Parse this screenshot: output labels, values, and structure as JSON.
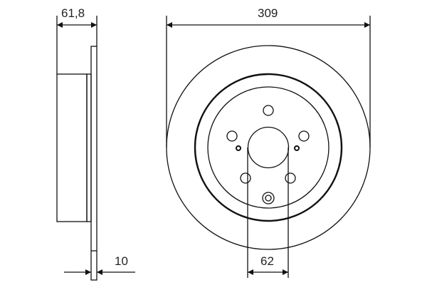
{
  "drawing": {
    "title": "Brake disc technical drawing",
    "stroke_color": "#111111",
    "background": "#ffffff"
  },
  "dimensions": {
    "overall_height": "61,8",
    "disc_thickness": "10",
    "diameter": "309",
    "center_bore": "62"
  },
  "features": {
    "bolt_holes": 5,
    "small_threaded_holes": 2,
    "center_small_hole": 1
  }
}
